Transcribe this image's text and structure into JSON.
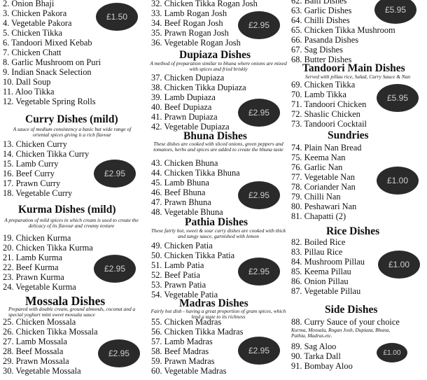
{
  "col1": {
    "items_top": [
      "2.  Onion Bhaji",
      "3.  Chicken Pakora",
      "4.  Vegetable Pakora",
      "5.  Chicken Tikka",
      "6.  Tandoori Mixed Kebab",
      "7.  Chicken Chatt",
      "8.  Garlic Mushroom on Puri",
      "9.  Indian Snack Selection",
      "10. Dall Soup",
      "11. Aloo Tikka",
      "12.  Vegetable Spring Rolls"
    ],
    "price_top": "£1.50",
    "curry_heading": "Curry Dishes (mild)",
    "curry_desc": "A sauce of medium consistency a basic but wide range of oriental spices giving it a rich flavour",
    "curry_items": [
      "13. Chicken Curry",
      "14. Chicken Tikka Curry",
      "15. Lamb Curry",
      "16. Beef Curry",
      "17. Prawn Curry",
      "18. Vegetable Curry"
    ],
    "curry_price": "£2.95",
    "kurma_heading": "Kurma Dishes (mild)",
    "kurma_desc": "A preparation of mild spices in which cream is used to create the delicacy of its flavour and creamy texture",
    "kurma_items": [
      "19. Chicken Kurma",
      "20. Chicken Tikka Kurma",
      "21. Lamb Kurma",
      "22. Beef Kurma",
      "23. Prawn Kurma",
      "24. Vegetable Kurma"
    ],
    "kurma_price": "£2.95",
    "mossala_heading": "Mossala Dishes",
    "mossala_desc": "Prepared with double cream, ground almonds, coconut and a special yoghurt mint sweet mossala sauce",
    "mossala_items": [
      "25. Chicken Mossala",
      "26. Chicken Tikka Mossala",
      "27. Lamb Mossala",
      "28. Beef Mossala",
      "29. Prawn Mossala",
      "30. Vegetable Mossala"
    ],
    "mossala_price": "£2.95"
  },
  "col2": {
    "items_top": [
      "32. Chicken Tikka Rogan Josh",
      "33. Lamb Rogan Josh",
      "34. Beef Rogan Josh",
      "35. Prawn Rogan Josh",
      "36. Vegetable Rogan Josh"
    ],
    "price_top": "£2.95",
    "dupiaza_heading": "Dupiaza Dishes",
    "dupiaza_desc": "A method of preparation similar to bhuna where onions are mixed with spices and fried briskly",
    "dupiaza_items": [
      "37. Chicken Dupiaza",
      "38. Chicken Tikka Dupiaza",
      "39. Lamb Dupiaza",
      "40. Beef Dupiaza",
      "41. Prawn Dupiaza",
      "42. Vegetable Dupiaza"
    ],
    "dupiaza_price": "£2.95",
    "bhuna_heading": "Bhuna Dishes",
    "bhuna_desc": "These dishes are cooked with sliced onions, green peppers and tomatoes, herbs and spices are added to create the bhuna taste",
    "bhuna_items": [
      "43. Chicken Bhuna",
      "44. Chicken Tikka Bhuna",
      "45. Lamb Bhuna",
      "46. Beef Bhuna",
      "47. Prawn Bhuna",
      "48. Vegetable Bhuna"
    ],
    "bhuna_price": "£2.95",
    "pathia_heading": "Pathia Dishes",
    "pathia_desc": "These fairly hot, sweet & sour curry dishes are cooked with thick and tangy sauce, garnished with lemon",
    "pathia_items": [
      "49. Chicken Patia",
      "50. Chicken Tikka Patia",
      "51. Lamb Patia",
      "52. Beef Patia",
      "53. Prawn Patia",
      "54. Vegetable Patia"
    ],
    "pathia_price": "£2.95",
    "madras_heading": "Madras Dishes",
    "madras_desc": "Fairly hot dish - having a great proportion of gram spices, which lend a taste to its richness",
    "madras_items": [
      "55. Chicken Madras",
      "56. Chicken Tikka Madras",
      "57. Lamb Madras",
      "58. Beef Madras",
      "59. Prawn Madras",
      "60. Vegetable Madras"
    ],
    "madras_price": "£2.95"
  },
  "col3": {
    "items_top": [
      "62. Balti Dishes",
      "63. Garlic Dishes",
      "64. Chilli Dishes",
      "65. Chicken Tikka Mushroom",
      "66. Pasanda Dishes",
      "67. Sag Dishes",
      "68. Butter Dishes"
    ],
    "price_top": "£5.95",
    "tandoori_heading": "Tandoori Main Dishes",
    "tandoori_desc": "Served with pillau rice, Salad, Curry Sauce & Nan",
    "tandoori_items": [
      "69. Chicken Tikka",
      "70. Lamb Tikka",
      "71. Tandoori Chicken",
      "72. Shaslic Chicken",
      "73. Tandoori Cocktail"
    ],
    "tandoori_price": "£5.95",
    "sundries_heading": "Sundries",
    "sundries_items": [
      "74. Plain Nan Bread",
      "75. Keema Nan",
      "76. Garlic Nan",
      "77. Vegetable Nan",
      "78. Coriander Nan",
      "79. Chilli Nan",
      "80. Peshawari Nan",
      "81. Chapatti (2)"
    ],
    "sundries_price": "£1.00",
    "rice_heading": "Rice Dishes",
    "rice_items": [
      "82. Boiled Rice",
      "83. Pillau Rice",
      "84. Mushroom Pillau",
      "85. Keema Pillau",
      "86. Onion Pillau",
      "87. Vegetable Pillau"
    ],
    "rice_price": "£1.00",
    "side_heading": "Side Dishes",
    "side_first": "88. Curry Sauce of your choice",
    "side_desc": "Kurma, Mossala, Rogan Josh, Dupiaza, Bhuna, Pathia, Madras.etc.",
    "side_items": [
      "89. Sag Aloo",
      "90. Tarka Dall",
      "91. Bombay Aloo"
    ],
    "side_price": "£1.00"
  }
}
